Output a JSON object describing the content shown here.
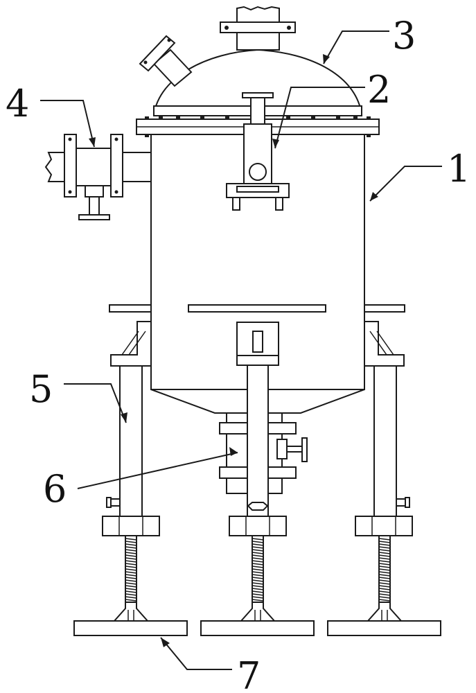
{
  "labels": {
    "l1": "1",
    "l2": "2",
    "l3": "3",
    "l4": "4",
    "l5": "5",
    "l6": "6",
    "l7": "7"
  },
  "colors": {
    "stroke": "#1a1a1a",
    "fill": "#ffffff",
    "text": "#111111"
  }
}
